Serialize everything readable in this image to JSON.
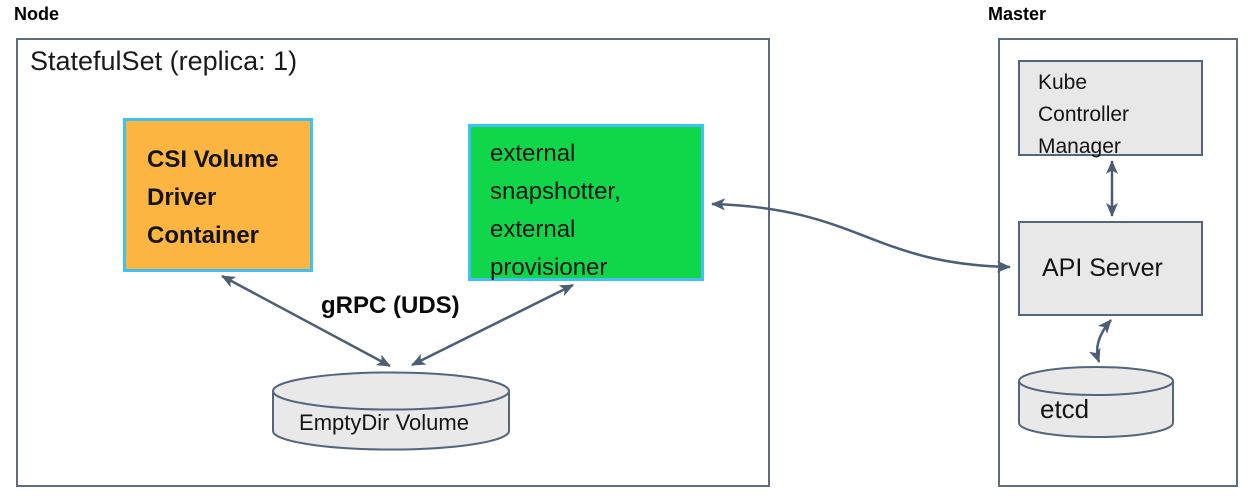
{
  "node": {
    "label": "Node",
    "statefulset_label": "StatefulSet (replica: 1)",
    "csi_box_label": "CSI Volume\nDriver\nContainer",
    "external_box_label": "external\nsnapshotter,\nexternal\nprovisioner",
    "grpc_label": "gRPC (UDS)",
    "emptydir_label": "EmptyDir Volume"
  },
  "master": {
    "label": "Master",
    "kube_controller_manager_label": "Kube\nController\nManager",
    "api_server_label": "API Server",
    "etcd_label": "etcd"
  },
  "colors": {
    "csi_box_fill": "#FBB540",
    "external_box_fill": "#10D64A",
    "cyan_box_border": "#3FC1F3",
    "gray_box_fill": "#E8E8E8",
    "cylinder_fill": "#E9E9E9",
    "arrow": "#4C5E76",
    "outer_box_border": "#5E6C7E",
    "inner_box_border": "#54657E",
    "text": "#141414"
  },
  "edges": [
    {
      "from": "csi-volume-driver-container",
      "to": "emptydir-volume",
      "bidirectional": true,
      "label": "gRPC (UDS)"
    },
    {
      "from": "external-snapshotter-provisioner",
      "to": "emptydir-volume",
      "bidirectional": true,
      "label": "gRPC (UDS)"
    },
    {
      "from": "external-snapshotter-provisioner",
      "to": "api-server",
      "bidirectional": true,
      "label": ""
    },
    {
      "from": "kube-controller-manager",
      "to": "api-server",
      "bidirectional": true,
      "label": ""
    },
    {
      "from": "api-server",
      "to": "etcd",
      "bidirectional": true,
      "label": ""
    }
  ]
}
